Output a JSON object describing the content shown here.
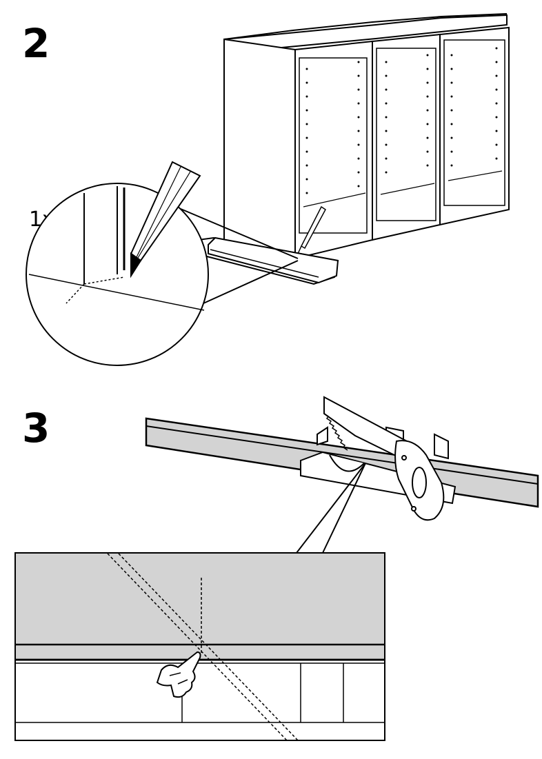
{
  "steps": [
    {
      "number": "2",
      "quantity_label": "1x"
    },
    {
      "number": "3"
    }
  ]
}
